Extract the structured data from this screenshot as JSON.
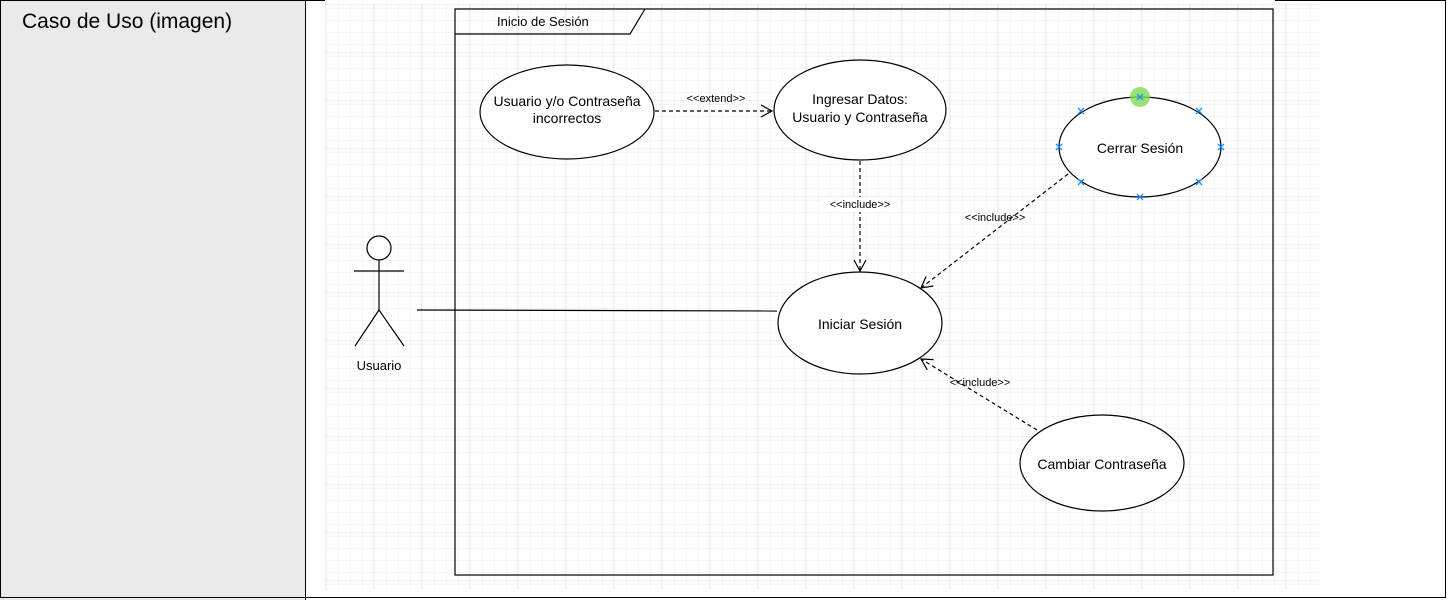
{
  "row_label": "Caso de Uso (imagen)",
  "diagram": {
    "frame_title": "Inicio de Sesión",
    "actor": "Usuario",
    "use_cases": {
      "usuario_incorrectos": [
        "Usuario y/o Contraseña",
        "incorrectos"
      ],
      "ingresar_datos": [
        "Ingresar Datos:",
        "Usuario y Contraseña"
      ],
      "cerrar_sesion": "Cerrar Sesión",
      "iniciar_sesion": "Iniciar Sesión",
      "cambiar_contrasena": "Cambiar Contraseña"
    },
    "relations": {
      "extend": "<<extend>>",
      "include_datos": "<<include>>",
      "include_cerrar": "<<include>>",
      "include_cambiar": "<<include>>"
    }
  },
  "colors": {
    "grid": "#e6e6e6",
    "label_cell_bg": "#eaeaea",
    "selection_handle": "#1e90ff",
    "hover_point": "#7ddc55"
  }
}
